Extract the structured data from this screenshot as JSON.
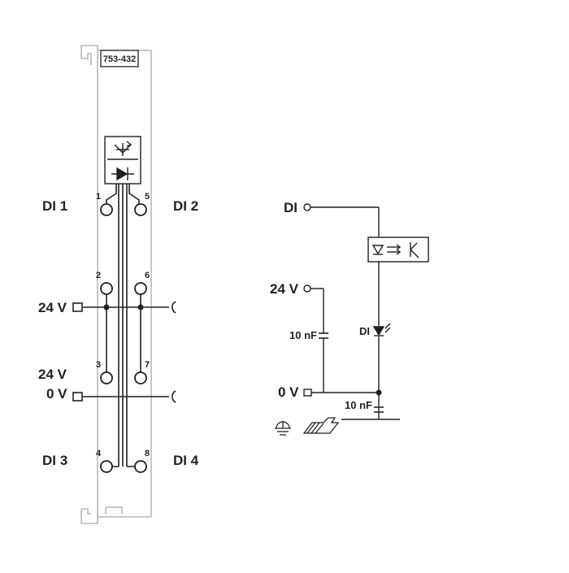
{
  "module": {
    "part_number": "753-432",
    "terminals": [
      {
        "number": "1"
      },
      {
        "number": "5"
      },
      {
        "number": "2"
      },
      {
        "number": "6"
      },
      {
        "number": "3"
      },
      {
        "number": "7"
      },
      {
        "number": "4"
      },
      {
        "number": "8"
      }
    ],
    "left_labels": {
      "di1": "DI 1",
      "v24_top": "24 V",
      "v24_bottom": "24 V",
      "v0": "0 V",
      "di3": "DI 3"
    },
    "right_labels": {
      "di2": "DI 2",
      "di4": "DI 4"
    }
  },
  "schematic": {
    "di_label": "DI",
    "v24_label": "24 V",
    "v0_label": "0 V",
    "cap_input": "10 nF",
    "led_label": "DI",
    "cap_ground": "10 nF"
  },
  "colors": {
    "ink": "#231f20",
    "rail_outline": "#a8a8a8",
    "background": "#ffffff"
  }
}
